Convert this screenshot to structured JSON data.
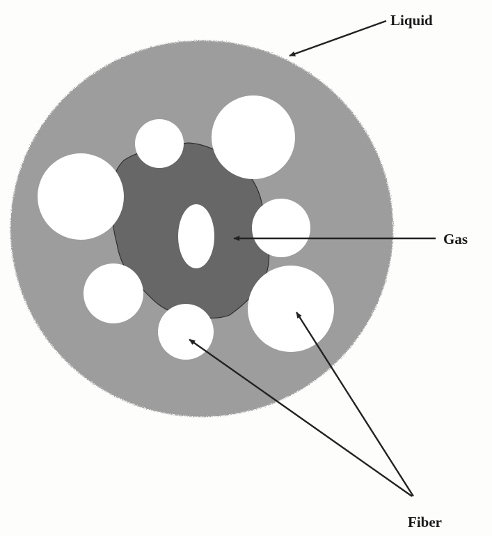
{
  "labels": {
    "liquid": "Liquid",
    "gas": "Gas",
    "fiber": "Fiber"
  },
  "colors": {
    "background": "#fdfdfc",
    "liquid": "#9d9d9d",
    "gas": "#676767",
    "fiber": "#ffffff",
    "arrow": "#222222"
  }
}
